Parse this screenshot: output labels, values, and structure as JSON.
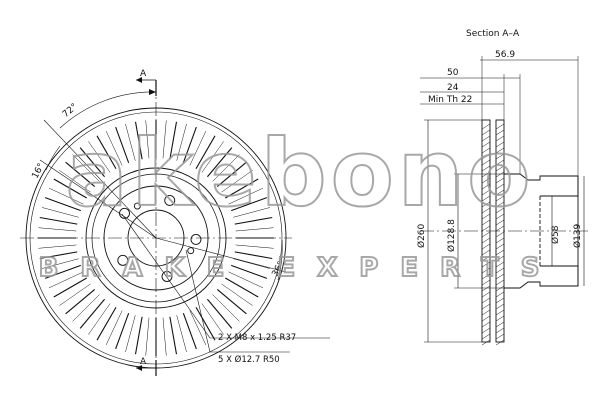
{
  "section_title": "Section A–A",
  "watermark": {
    "brand": "akebono",
    "tagline": "BRAKE EXPERTS",
    "color": "#9a9a9a"
  },
  "front_view": {
    "section_marker_top": "A",
    "section_marker_bottom": "A",
    "angle_vent_pitch": "72°",
    "angle_hole_offset": "16°",
    "angle_thread_offset": "36°",
    "callout_threaded_holes": "2 X M8 x 1.25   R37",
    "callout_bolt_holes": "5 X Ø12.7   R50"
  },
  "section_view": {
    "dim_overall_width": "56.9",
    "dim_hat_height": "50",
    "dim_thickness": "24",
    "dim_min_thickness": "Min Th 22",
    "dim_outer_diameter": "Ø260",
    "dim_hat_diameter": "Ø128.8",
    "dim_center_bore": "Ø58",
    "dim_hub_diameter": "Ø139"
  },
  "line_color": "#111111"
}
